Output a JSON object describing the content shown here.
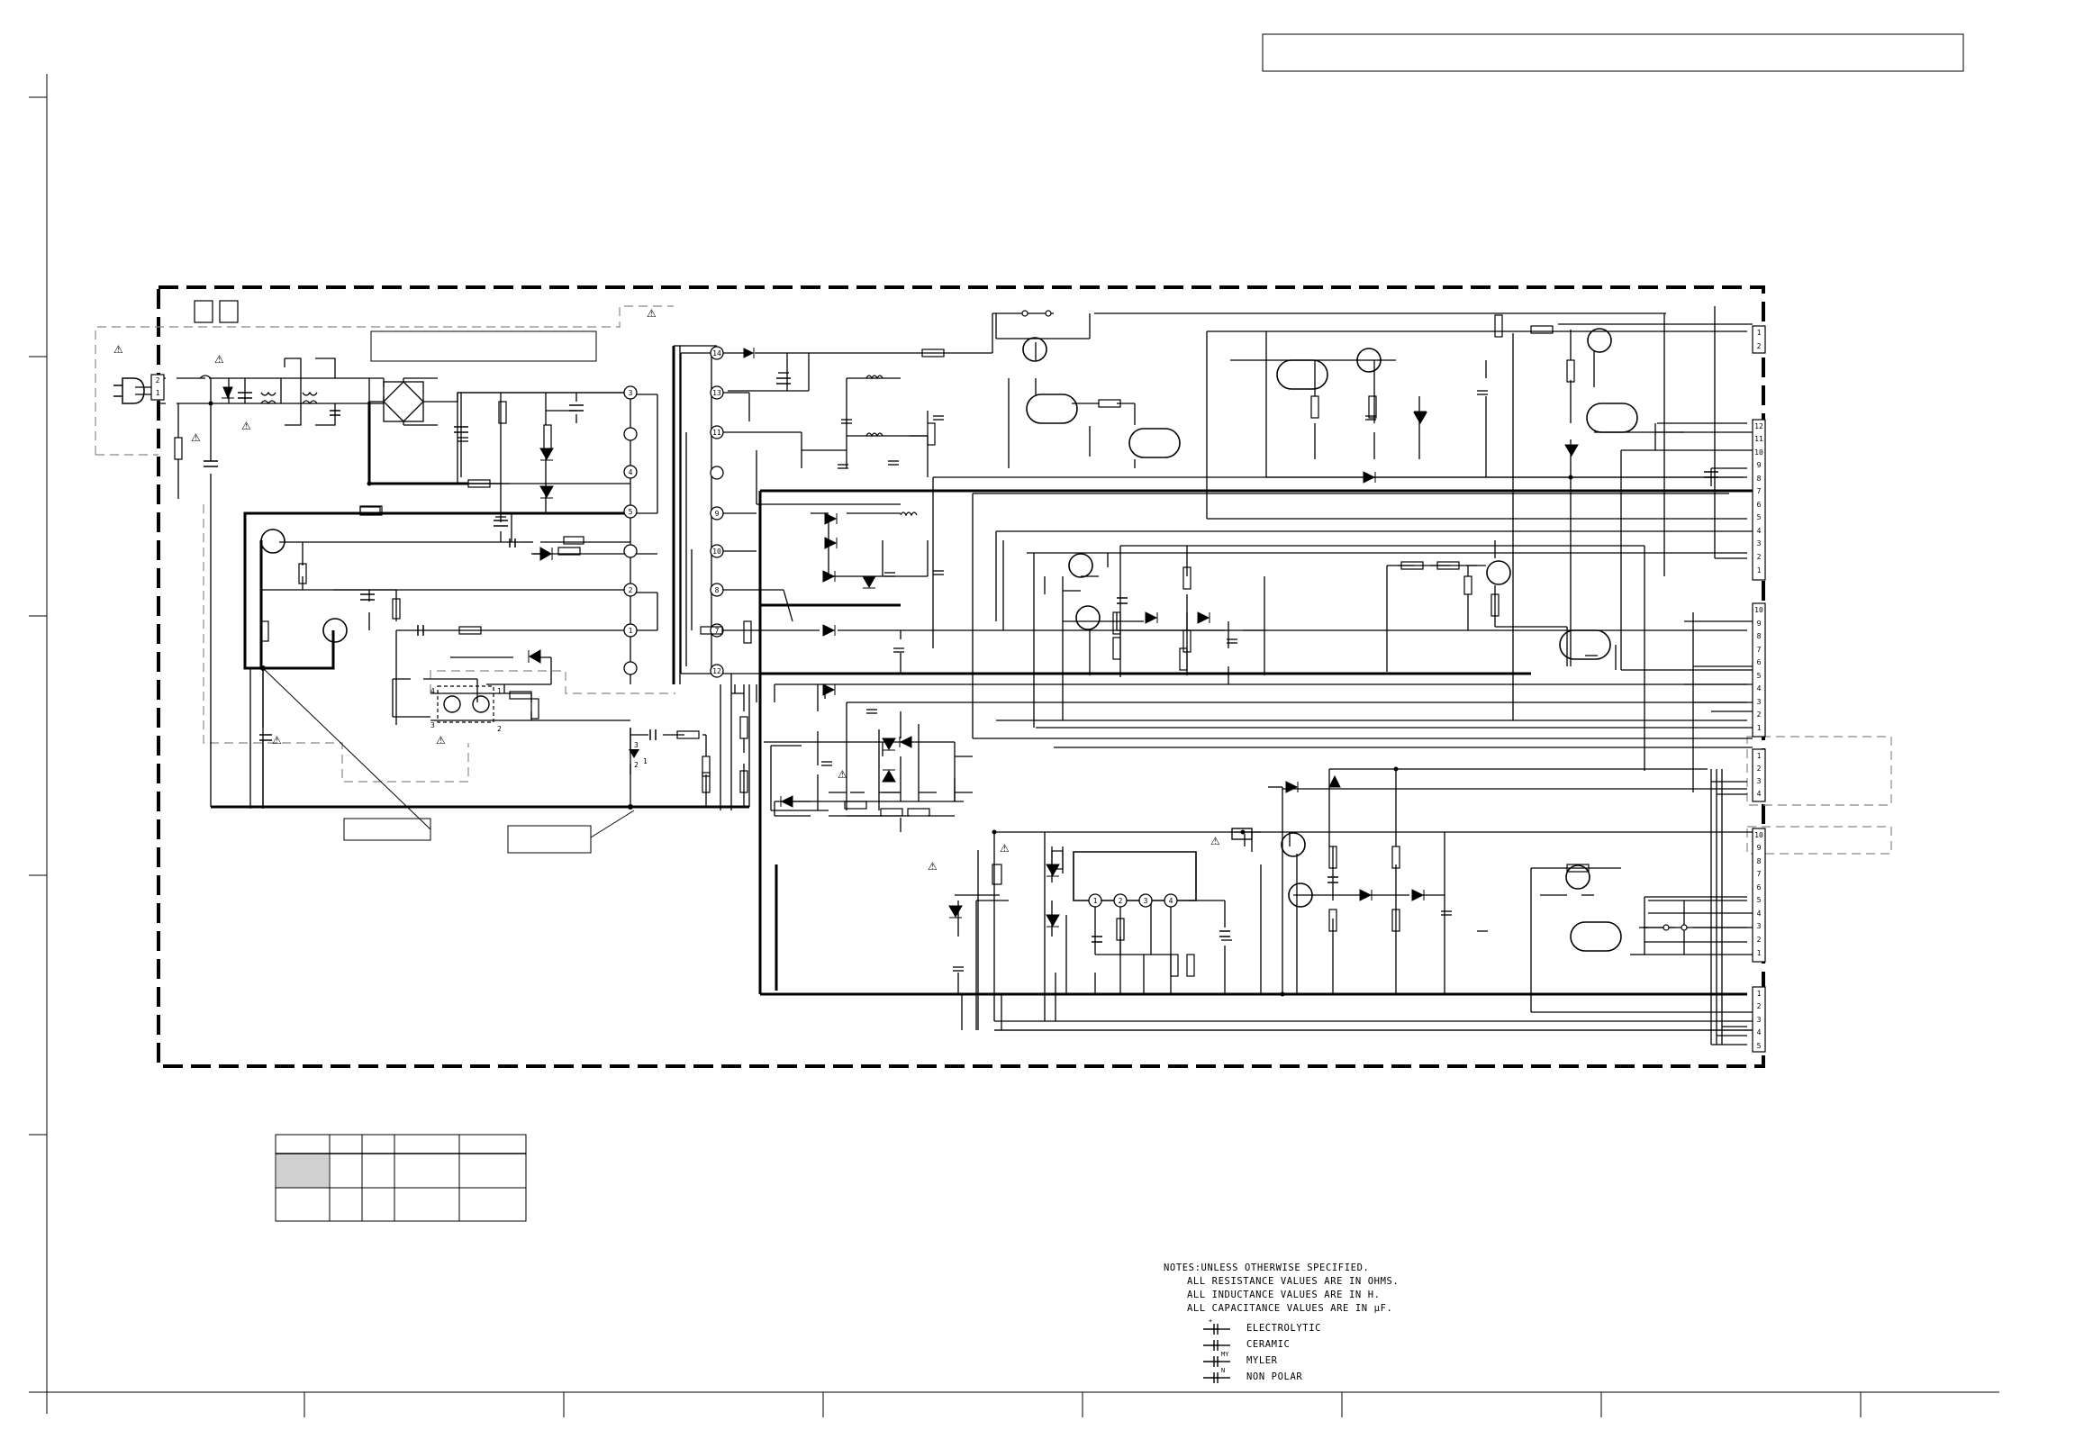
{
  "connectors": {
    "cn_ac": [
      "2",
      "1"
    ],
    "cn_a": [
      "1",
      "2"
    ],
    "cn_b": [
      "12",
      "11",
      "10",
      "9",
      "8",
      "7",
      "6",
      "5",
      "4",
      "3",
      "2",
      "1"
    ],
    "cn_c": [
      "10",
      "9",
      "8",
      "7",
      "6",
      "5",
      "4",
      "3",
      "2",
      "1"
    ],
    "cn_d": [
      "1",
      "2",
      "3",
      "4"
    ],
    "cn_e": [
      "10",
      "9",
      "8",
      "7",
      "6",
      "5",
      "4",
      "3",
      "2",
      "1"
    ],
    "cn_f": [
      "1",
      "2",
      "3",
      "4",
      "5"
    ]
  },
  "transformer": {
    "primary_pins": [
      "3",
      "4",
      "5",
      "2",
      "1"
    ],
    "secondary_pins": [
      "14",
      "13",
      "11",
      "9",
      "10",
      "8",
      "7",
      "12"
    ]
  },
  "photocoupler": {
    "pins": [
      "4",
      "1",
      "3",
      "2"
    ]
  },
  "shunt_regulator": {
    "pins": [
      "3",
      "2",
      "1"
    ]
  },
  "ic": {
    "pins": [
      "1",
      "2",
      "3",
      "4"
    ]
  },
  "notes": {
    "heading": "NOTES:UNLESS OTHERWISE SPECIFIED.",
    "lines": [
      "ALL RESISTANCE VALUES ARE IN OHMS.",
      "ALL INDUCTANCE VALUES ARE IN H.",
      "ALL CAPACITANCE VALUES ARE IN µF."
    ]
  },
  "legend": [
    {
      "label": "ELECTROLYTIC",
      "mark": "+"
    },
    {
      "label": "CERAMIC",
      "mark": ""
    },
    {
      "label": "MYLER",
      "mark": "MY"
    },
    {
      "label": "NON POLAR",
      "mark": "N"
    }
  ],
  "warning_symbol": "⚠",
  "colors": {
    "ink": "#000000",
    "dash_gray": "#888888",
    "fill_gray": "#d0d0d0"
  }
}
